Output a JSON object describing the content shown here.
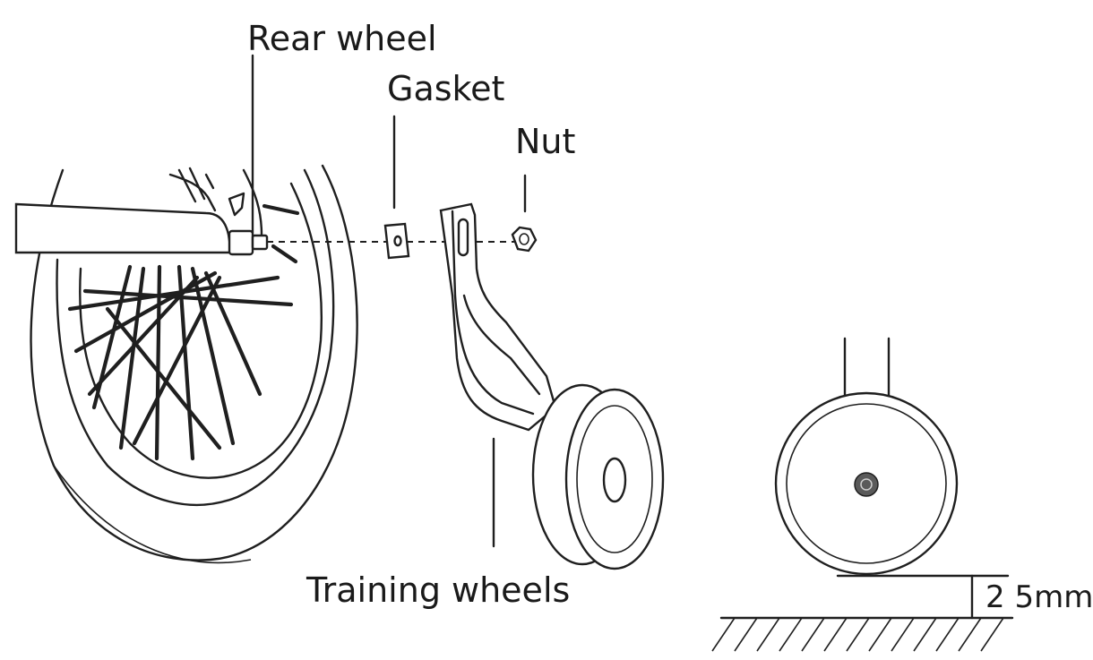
{
  "labels": {
    "rear_wheel": "Rear wheel",
    "gasket": "Gasket",
    "nut": "Nut",
    "training_wheels": "Training wheels",
    "clearance": "2 5mm"
  },
  "colors": {
    "line": "#1f1f1f",
    "background": "#ffffff"
  }
}
